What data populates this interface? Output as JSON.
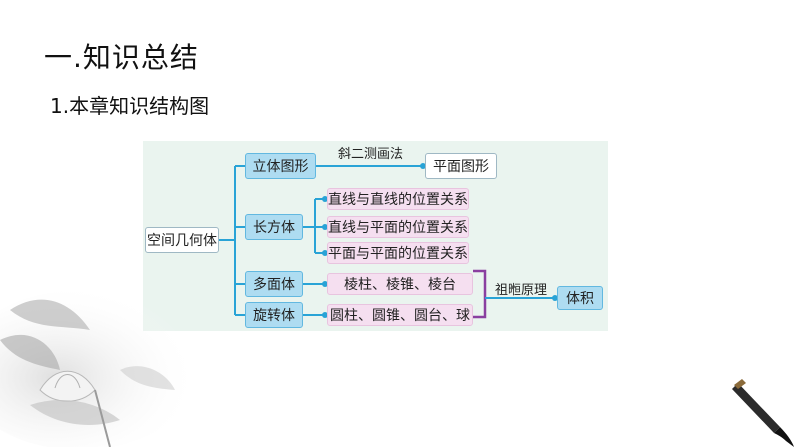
{
  "heading": {
    "title": "一.知识总结",
    "subtitle": "1.本章知识结构图"
  },
  "diagram": {
    "root": "空间几何体",
    "branches": [
      {
        "label": "立体图形",
        "edge_label": "斜二测画法",
        "target": "平面图形"
      },
      {
        "label": "长方体",
        "children": [
          "直线与直线的位置关系",
          "直线与平面的位置关系",
          "平面与平面的位置关系"
        ]
      },
      {
        "label": "多面体",
        "children": [
          "棱柱、棱锥、棱台"
        ]
      },
      {
        "label": "旋转体",
        "children": [
          "圆柱、圆锥、圆台、球"
        ]
      }
    ],
    "merge": {
      "label": "祖暅原理",
      "target": "体积"
    }
  },
  "colors": {
    "line_blue": "#29a3d6",
    "line_purple": "#8a3fa0",
    "panel": "#eaf4ef"
  }
}
